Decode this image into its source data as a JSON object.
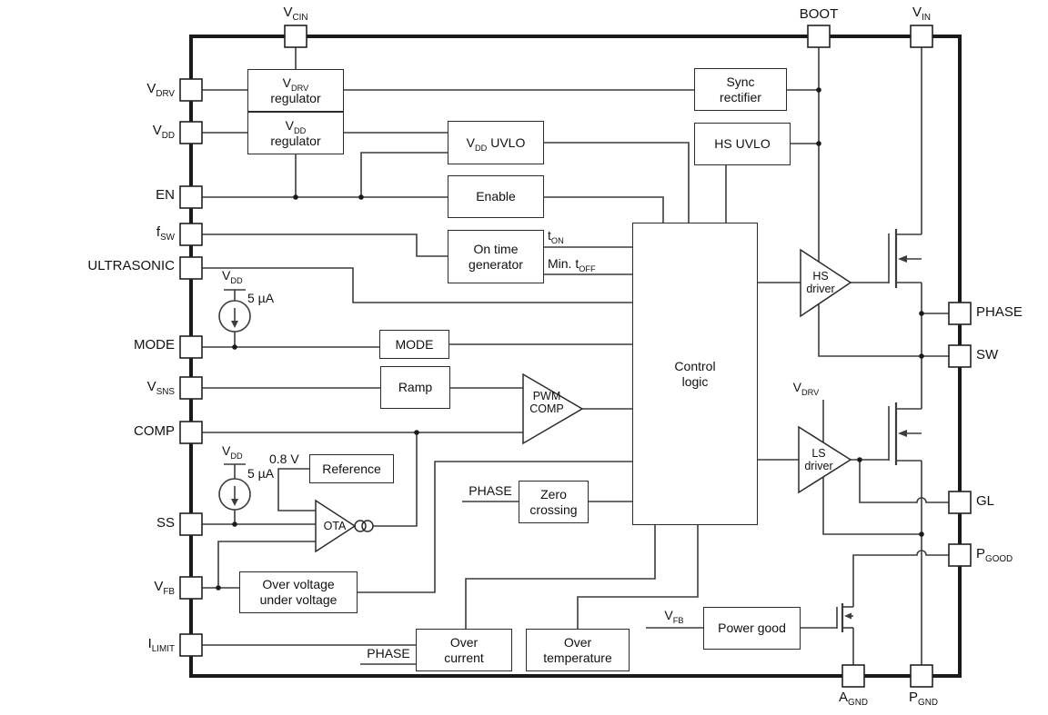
{
  "diagram_type": "ic-functional-block-diagram",
  "colors": {
    "wire": "#3c3c3c",
    "outline": "#1a1a1a",
    "background": "#ffffff",
    "text": "#111111"
  },
  "pins": {
    "top": [
      {
        "id": "vcin",
        "base": "V",
        "sub": "CIN"
      },
      {
        "id": "boot",
        "base": "BOOT",
        "sub": ""
      },
      {
        "id": "vin",
        "base": "V",
        "sub": "IN"
      }
    ],
    "left": [
      {
        "id": "vdrv",
        "base": "V",
        "sub": "DRV"
      },
      {
        "id": "vdd",
        "base": "V",
        "sub": "DD"
      },
      {
        "id": "en",
        "base": "EN",
        "sub": ""
      },
      {
        "id": "fsw",
        "base": "f",
        "sub": "SW"
      },
      {
        "id": "ultrasonic",
        "base": "ULTRASONIC",
        "sub": ""
      },
      {
        "id": "mode",
        "base": "MODE",
        "sub": ""
      },
      {
        "id": "vsns",
        "base": "V",
        "sub": "SNS"
      },
      {
        "id": "comp",
        "base": "COMP",
        "sub": ""
      },
      {
        "id": "ss",
        "base": "SS",
        "sub": ""
      },
      {
        "id": "vfb",
        "base": "V",
        "sub": "FB"
      },
      {
        "id": "ilimit",
        "base": "I",
        "sub": "LIMIT"
      }
    ],
    "right": [
      {
        "id": "phase",
        "base": "PHASE",
        "sub": ""
      },
      {
        "id": "sw",
        "base": "SW",
        "sub": ""
      },
      {
        "id": "gl",
        "base": "GL",
        "sub": ""
      },
      {
        "id": "pgood",
        "base": "P",
        "sub": "GOOD"
      }
    ],
    "bottom": [
      {
        "id": "agnd",
        "base": "A",
        "sub": "GND"
      },
      {
        "id": "pgnd",
        "base": "P",
        "sub": "GND"
      }
    ]
  },
  "blocks": {
    "vdrv_regulator": {
      "l1_base": "V",
      "l1_sub": "DRV",
      "l2": "regulator"
    },
    "vdd_regulator": {
      "l1_base": "V",
      "l1_sub": "DD",
      "l2": "regulator"
    },
    "vdd_uvlo": {
      "base": "V",
      "sub": "DD",
      "suffix": " UVLO"
    },
    "enable": {
      "label": "Enable"
    },
    "on_time_generator": {
      "l1": "On time",
      "l2": "generator"
    },
    "mode": {
      "label": "MODE"
    },
    "ramp": {
      "label": "Ramp"
    },
    "reference": {
      "label": "Reference"
    },
    "over_voltage_under_voltage": {
      "l1": "Over voltage",
      "l2": "under voltage"
    },
    "zero_crossing": {
      "l1": "Zero",
      "l2": "crossing"
    },
    "over_current": {
      "l1": "Over",
      "l2": "current"
    },
    "over_temperature": {
      "l1": "Over",
      "l2": "temperature"
    },
    "power_good": {
      "label": "Power good"
    },
    "control_logic": {
      "l1": "Control",
      "l2": "logic"
    },
    "sync_rectifier": {
      "l1": "Sync",
      "l2": "rectifier"
    },
    "hs_uvlo": {
      "label": "HS UVLO"
    }
  },
  "amplifiers": {
    "pwm_comp": {
      "l1": "PWM",
      "l2": "COMP"
    },
    "hs_driver": {
      "l1": "HS",
      "l2": "driver"
    },
    "ls_driver": {
      "l1": "LS",
      "l2": "driver"
    },
    "ota": {
      "label": "OTA"
    }
  },
  "net_labels": {
    "t_on": {
      "base": "t",
      "sub": "ON"
    },
    "min_t_off": {
      "base": "Min. t",
      "sub": "OFF"
    },
    "ref_voltage": "0.8 V",
    "cs_mode": {
      "rail_base": "V",
      "rail_sub": "DD",
      "current": "5 µA"
    },
    "cs_ss": {
      "rail_base": "V",
      "rail_sub": "DD",
      "current": "5 µA"
    },
    "zero_crossing_input": "PHASE",
    "over_current_input": "PHASE",
    "power_good_input": {
      "base": "V",
      "sub": "FB"
    },
    "ls_driver_rail": {
      "base": "V",
      "sub": "DRV"
    }
  }
}
